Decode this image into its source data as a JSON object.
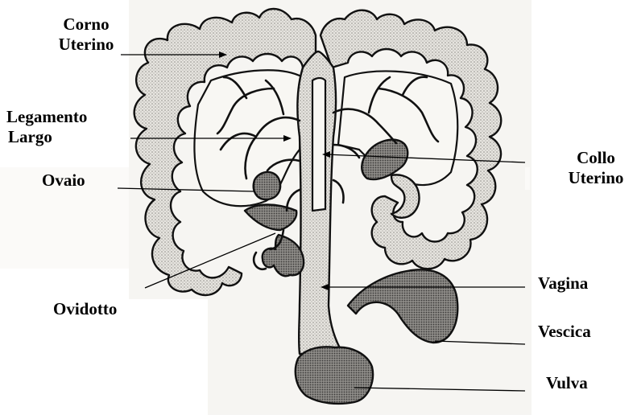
{
  "labels": {
    "corno_uterino": [
      "Corno",
      "Uterino"
    ],
    "legamento_largo": [
      "Legamento",
      "Largo"
    ],
    "ovaio": "Ovaio",
    "ovidotto": "Ovidotto",
    "collo_uterino": [
      "Collo",
      "Uterino"
    ],
    "vagina": "Vagina",
    "vescica": "Vescica",
    "vulva": "Vulva"
  }
}
